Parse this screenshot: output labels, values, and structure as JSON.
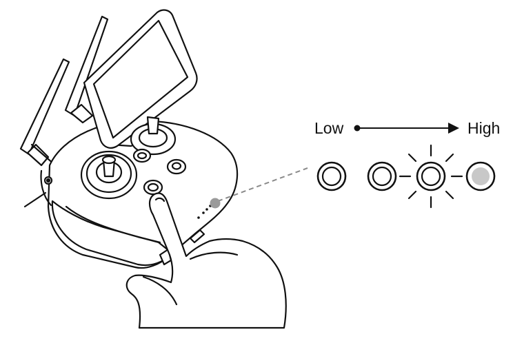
{
  "scale": {
    "low_label": "Low",
    "high_label": "High",
    "direction": "left-to-right"
  },
  "indicators": [
    {
      "name": "indicator-off",
      "state": "ring"
    },
    {
      "name": "indicator-thick-ring",
      "state": "ring"
    },
    {
      "name": "indicator-blinking",
      "state": "blinking"
    },
    {
      "name": "indicator-solid",
      "state": "solid"
    }
  ],
  "colors": {
    "line": "#111111",
    "solid_fill": "#c8c8c8",
    "callout_dot": "#9a9a9a",
    "callout_line": "#8a8a8a"
  }
}
